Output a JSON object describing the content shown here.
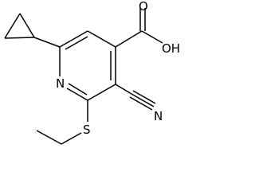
{
  "molecule": {
    "atom_labels": {
      "carboxyl_oxygen": "O",
      "hydroxyl": "OH",
      "ring_nitrogen": "N",
      "nitrile_nitrogen": "N",
      "sulfur": "S"
    }
  },
  "colors": {
    "background": "#ffffff",
    "ink": "#000000"
  }
}
